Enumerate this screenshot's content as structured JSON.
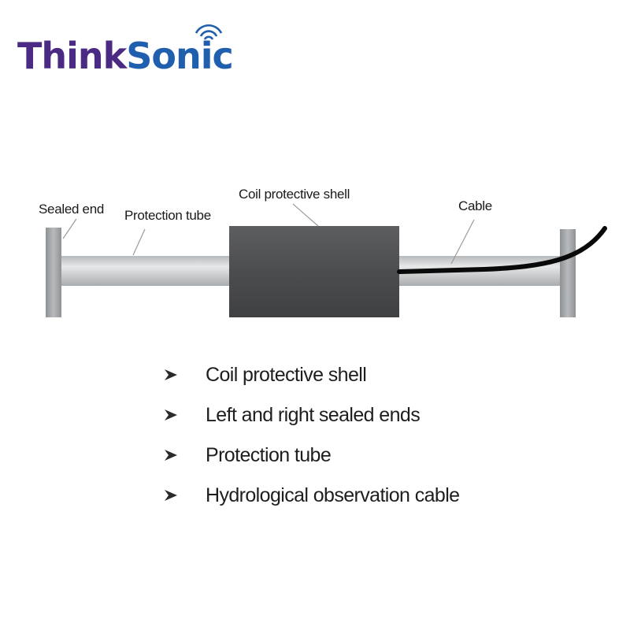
{
  "logo": {
    "part1": "Think",
    "part2": "Sonic",
    "colors": {
      "think": "#4a2a83",
      "sonic": "#1f5fae"
    },
    "icon": "wifi-signal-icon"
  },
  "diagram": {
    "labels": {
      "sealed_end": "Sealed end",
      "protection_tube": "Protection tube",
      "coil_protective_shell": "Coil protective shell",
      "cable": "Cable"
    },
    "colors": {
      "shell": "#555557",
      "tube": "#c9cccd",
      "end_cap": "#a5a8aa",
      "cable": "#0a0a0a"
    }
  },
  "features": [
    {
      "text": "Coil protective shell",
      "icon": "arrow-bullet-icon"
    },
    {
      "text": "Left and right sealed ends",
      "icon": "arrow-bullet-icon"
    },
    {
      "text": "Protection tube",
      "icon": "arrow-bullet-icon"
    },
    {
      "text": "Hydrological observation cable",
      "icon": "arrow-bullet-icon"
    }
  ]
}
